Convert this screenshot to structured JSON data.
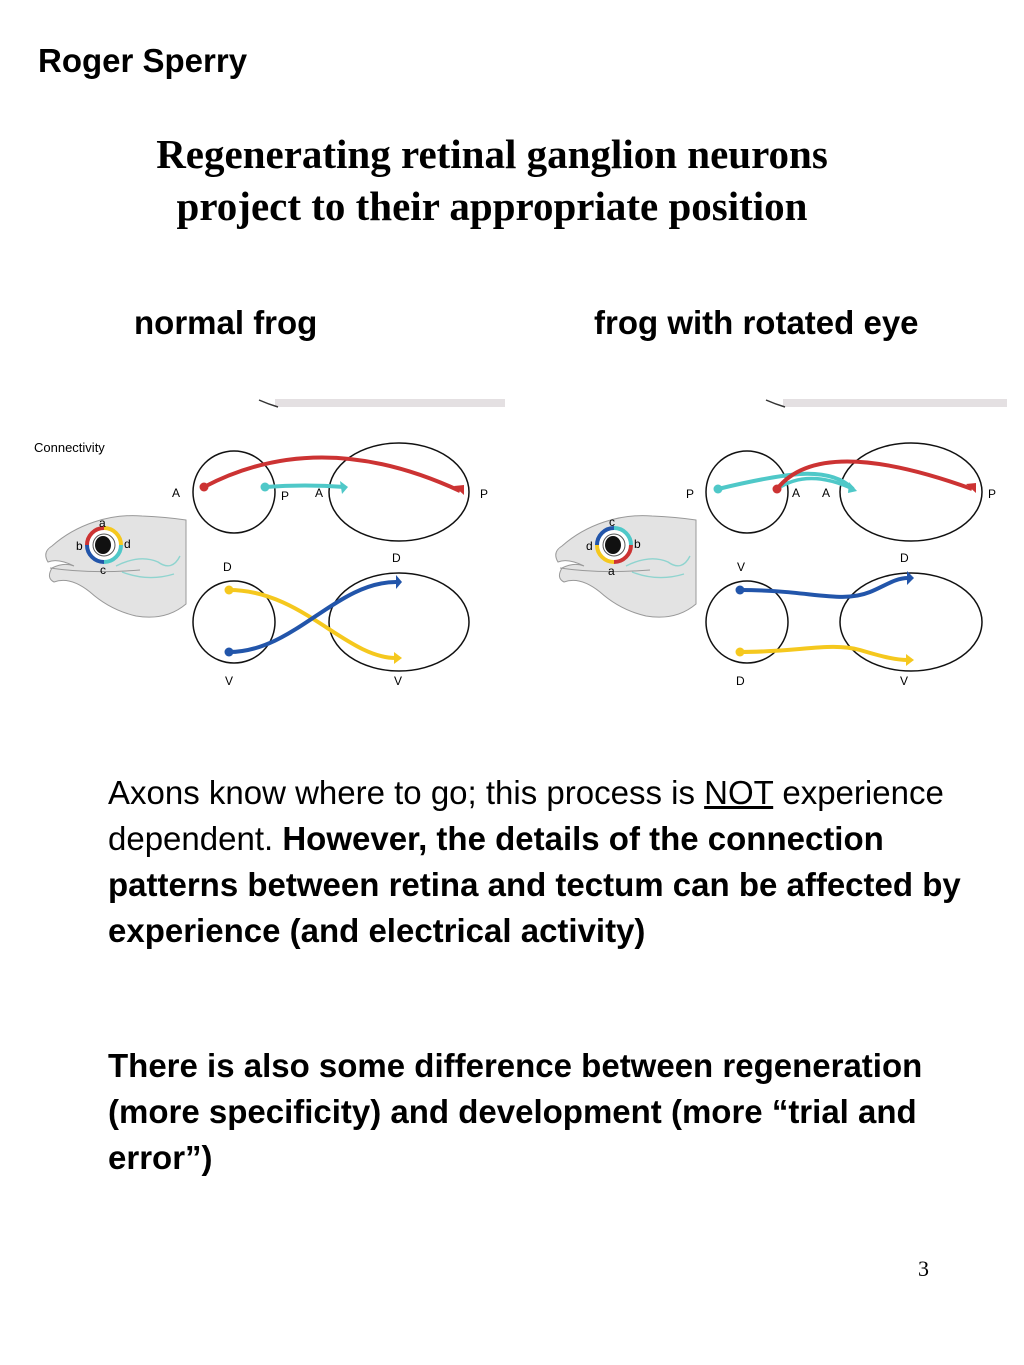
{
  "header": {
    "author": "Roger Sperry",
    "title_line1": "Regenerating retinal ganglion neurons",
    "title_line2": "project to their appropriate position"
  },
  "panels": {
    "left_label": "normal frog",
    "right_label": "frog with rotated eye",
    "caption": "Connectivity",
    "left": {
      "eye_letters": {
        "top": "a",
        "left": "b",
        "right": "d",
        "bottom": "c"
      },
      "upper_labels": {
        "far_left": "A",
        "mid_left": "P",
        "mid_right": "A",
        "far_right": "P"
      },
      "lower_labels": {
        "left_top": "D",
        "left_bottom": "V",
        "right_top": "D",
        "right_bottom": "V"
      }
    },
    "right": {
      "eye_letters": {
        "top": "c",
        "left": "d",
        "right": "b",
        "bottom": "a"
      },
      "upper_labels": {
        "far_left": "P",
        "mid_left": "A",
        "mid_right": "A",
        "far_right": "P"
      },
      "lower_labels": {
        "left_top": "V",
        "left_bottom": "D",
        "right_top": "D",
        "right_bottom": "V"
      }
    }
  },
  "text": {
    "p1_a": "Axons know where to go; this process is ",
    "p1_not": "NOT",
    "p1_b": " experience dependent.  ",
    "p1_bold": "However, the details of the connection patterns between retina and tectum can be affected by experience (and electrical activity)",
    "p2": "There is also some difference between regeneration (more specificity) and development (more “trial and error”)"
  },
  "page_number": "3",
  "colors": {
    "red": "#cc3333",
    "cyan": "#4fc8c8",
    "yellow": "#f5c81e",
    "blue": "#2255aa",
    "skin": "#e3e3e3"
  }
}
